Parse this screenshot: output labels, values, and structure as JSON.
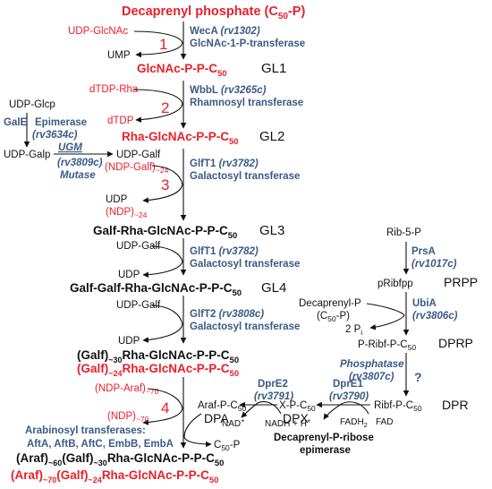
{
  "start": {
    "label": "Decaprenyl phosphate (C",
    "sub": "50",
    "tail": "-P)"
  },
  "s1": {
    "num": "1",
    "donor": "UDP-GlcNAc",
    "out": "UMP",
    "enzyme": "WecA",
    "gene": "(rv1302)",
    "desc": "GlcNAc-1-P-transferase"
  },
  "gl1": {
    "label": "GlcNAc-P-P-C",
    "sub": "50",
    "tag": "GL1"
  },
  "s2": {
    "num": "2",
    "donor": "dTDP-Rha",
    "out": "dTDP",
    "enzyme": "WbbL",
    "gene": "(rv3265c)",
    "desc": "Rhamnosyl transferase"
  },
  "gl2": {
    "label": "Rha-GlcNAc-P-P-C",
    "sub": "50",
    "tag": "GL2"
  },
  "side": {
    "udpglcp": "UDP-Glcp",
    "gale": "GalE",
    "epimerase": "Epimerase",
    "gale_gene": "(rv3634c)",
    "udpgalp": "UDP-Galp",
    "ugm": "UGM",
    "ugm_gene": "(rv3809c)",
    "mutase": "Mutase"
  },
  "s3": {
    "num": "3",
    "donor1": "UDP-Galf",
    "donor2": "(NDP-Galf)",
    "donor2_sub": "~24",
    "out1": "UDP",
    "out2": "(NDP)",
    "out2_sub": "~24",
    "enzyme": "GlfT1",
    "gene": "(rv3782)",
    "desc": "Galactosyl transferase"
  },
  "gl3": {
    "label": "Galf-Rha-GlcNAc-P-P-C",
    "sub": "50",
    "tag": "GL3"
  },
  "s3b": {
    "donor": "UDP-Galf",
    "out": "UDP",
    "enzyme": "GlfT1",
    "gene": "(rv3782)",
    "desc": "Galactosyl transferase"
  },
  "gl4": {
    "label": "Galf-Galf-Rha-GlcNAc-P-P-C",
    "sub": "50",
    "tag": "GL4"
  },
  "s3c": {
    "donor": "UDP-Galf",
    "out": "UDP",
    "enzyme": "GlfT2",
    "gene": "(rv3808c)",
    "desc": "Galactosyl transferase"
  },
  "gal30": {
    "pre": "(Galf)",
    "sub1": "~30",
    "mid": "Rha-GlcNAc-P-P-C",
    "sub2": "50"
  },
  "gal24": {
    "pre": "(Galf)",
    "sub1": "~24",
    "mid": "Rha-GlcNAc-P-P-C",
    "sub2": "50"
  },
  "s4": {
    "num": "4",
    "donor": "(NDP-Araf)",
    "donor_sub": "~70",
    "out": "(NDP)",
    "out_sub": "~70",
    "title": "Arabinosyl transferases:",
    "list": "AftA, AftB, AftC, EmbB, EmbA",
    "c50p": "C",
    "c50p_sub": "50",
    "c50p_tail": "-P"
  },
  "final1": {
    "pre": "(Araf)",
    "s1": "~60",
    "mid": "(Galf)",
    "s2": "~30",
    "tail": "Rha-GlcNAc-P-P-C",
    "s3": "50"
  },
  "final2": {
    "pre": "(Araf)",
    "s1": "~70",
    "mid": "(Galf)",
    "s2": "~24",
    "tail": "Rha-GlcNAc-P-P-C",
    "s3": "50"
  },
  "dpa": {
    "label": "Araf-P-C",
    "sub": "50",
    "name": "DPA"
  },
  "dpx": {
    "label": "X-P-C",
    "sub": "50",
    "name": "DPX"
  },
  "dpre2": {
    "enzyme": "DprE2",
    "gene": "(rv3791)",
    "nad": "NAD",
    "nad_sup": "+",
    "nadh": "NADH + H",
    "nadh_sup": "+"
  },
  "dpre1": {
    "enzyme": "DprE1",
    "gene": "(rv3790)",
    "fadh": "FADH",
    "fadh_sub": "2",
    "fad": "FAD"
  },
  "epim": {
    "l1": "Decaprenyl-P-ribose",
    "l2": "epimerase"
  },
  "right": {
    "rib5p": "Rib-5-P",
    "prsa": "PrsA",
    "prsa_gene": "(rv1017c)",
    "prpp_mol": "pRibfpp",
    "prpp": "PRPP",
    "decap": "Decaprenyl-P",
    "decap2": "(C",
    "decap2_sub": "50",
    "decap2_tail": "-P)",
    "pi": "2 P",
    "pi_sub": "i",
    "ubia": "UbiA",
    "ubia_gene": "(rv3806c)",
    "dprp_mol": "P-Ribf-P-C",
    "dprp_sub": "50",
    "dprp": "DPRP",
    "phos": "Phosphatase",
    "phos_gene": "(rv3807c)",
    "q": "?",
    "dpr_mol": "Ribf-P-C",
    "dpr_sub": "50",
    "dpr": "DPR"
  }
}
